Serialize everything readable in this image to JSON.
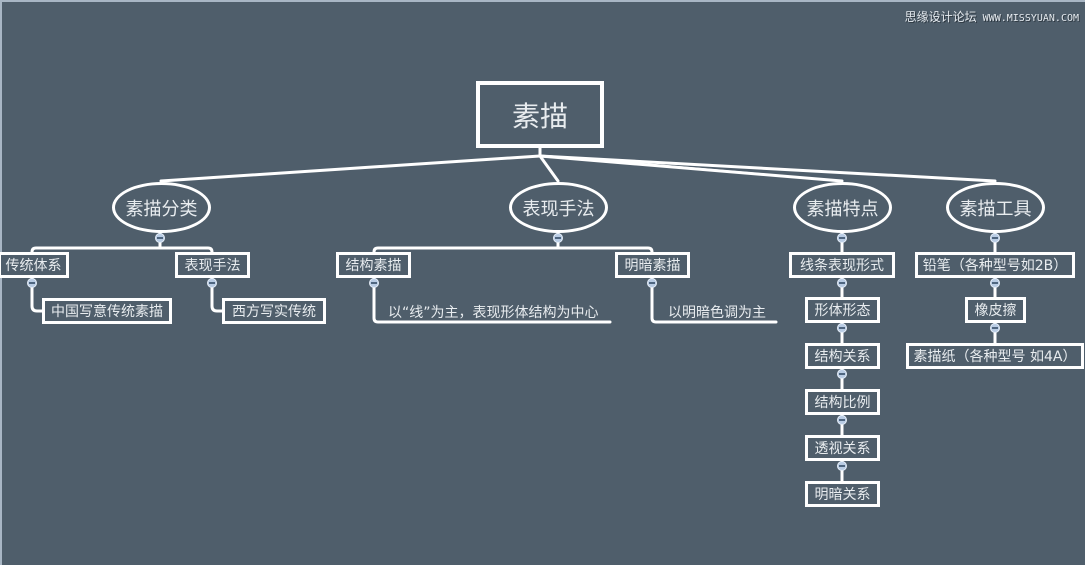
{
  "watermark": {
    "site_name": "思缘设计论坛",
    "url": "WWW.MISSYUAN.COM"
  },
  "root": {
    "label": "素描"
  },
  "branches": [
    {
      "label": "素描分类",
      "children": [
        {
          "label": "传统体系",
          "children": [
            {
              "label": "中国写意传统素描"
            }
          ]
        },
        {
          "label": "表现手法",
          "children": [
            {
              "label": "西方写实传统"
            }
          ]
        }
      ]
    },
    {
      "label": "表现手法",
      "children": [
        {
          "label": "结构素描",
          "children": [
            {
              "label": "以“线”为主，表现形体结构为中心"
            }
          ]
        },
        {
          "label": "明暗素描",
          "children": [
            {
              "label": "以明暗色调为主"
            }
          ]
        }
      ]
    },
    {
      "label": "素描特点",
      "children": [
        {
          "label": "线条表现形式"
        },
        {
          "label": "形体形态"
        },
        {
          "label": "结构关系"
        },
        {
          "label": "结构比例"
        },
        {
          "label": "透视关系"
        },
        {
          "label": "明暗关系"
        }
      ]
    },
    {
      "label": "素描工具",
      "children": [
        {
          "label": "铅笔（各种型号如2B）"
        },
        {
          "label": "橡皮擦"
        },
        {
          "label": "素描纸（各种型号 如4A）"
        }
      ]
    }
  ],
  "colors": {
    "background": "#4f5e6b",
    "line": "#ffffff",
    "text": "#e8ecef",
    "collapse_button": "#b9cce4"
  }
}
